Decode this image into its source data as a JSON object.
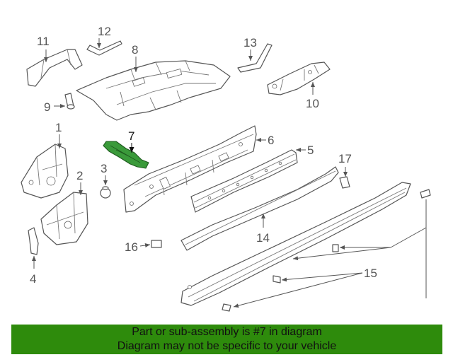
{
  "diagram": {
    "highlight_color": "#3a9a3a",
    "callouts": {
      "c1": "1",
      "c2": "2",
      "c3": "3",
      "c4": "4",
      "c5": "5",
      "c6": "6",
      "c7": "7",
      "c8": "8",
      "c9": "9",
      "c10": "10",
      "c11": "11",
      "c12": "12",
      "c13": "13",
      "c14": "14",
      "c15": "15",
      "c16": "16",
      "c17": "17"
    }
  },
  "banner": {
    "background": "#2e8b0c",
    "line1": "Part or sub-assembly is #7 in diagram",
    "line2": "Diagram may not be specific to your vehicle"
  }
}
